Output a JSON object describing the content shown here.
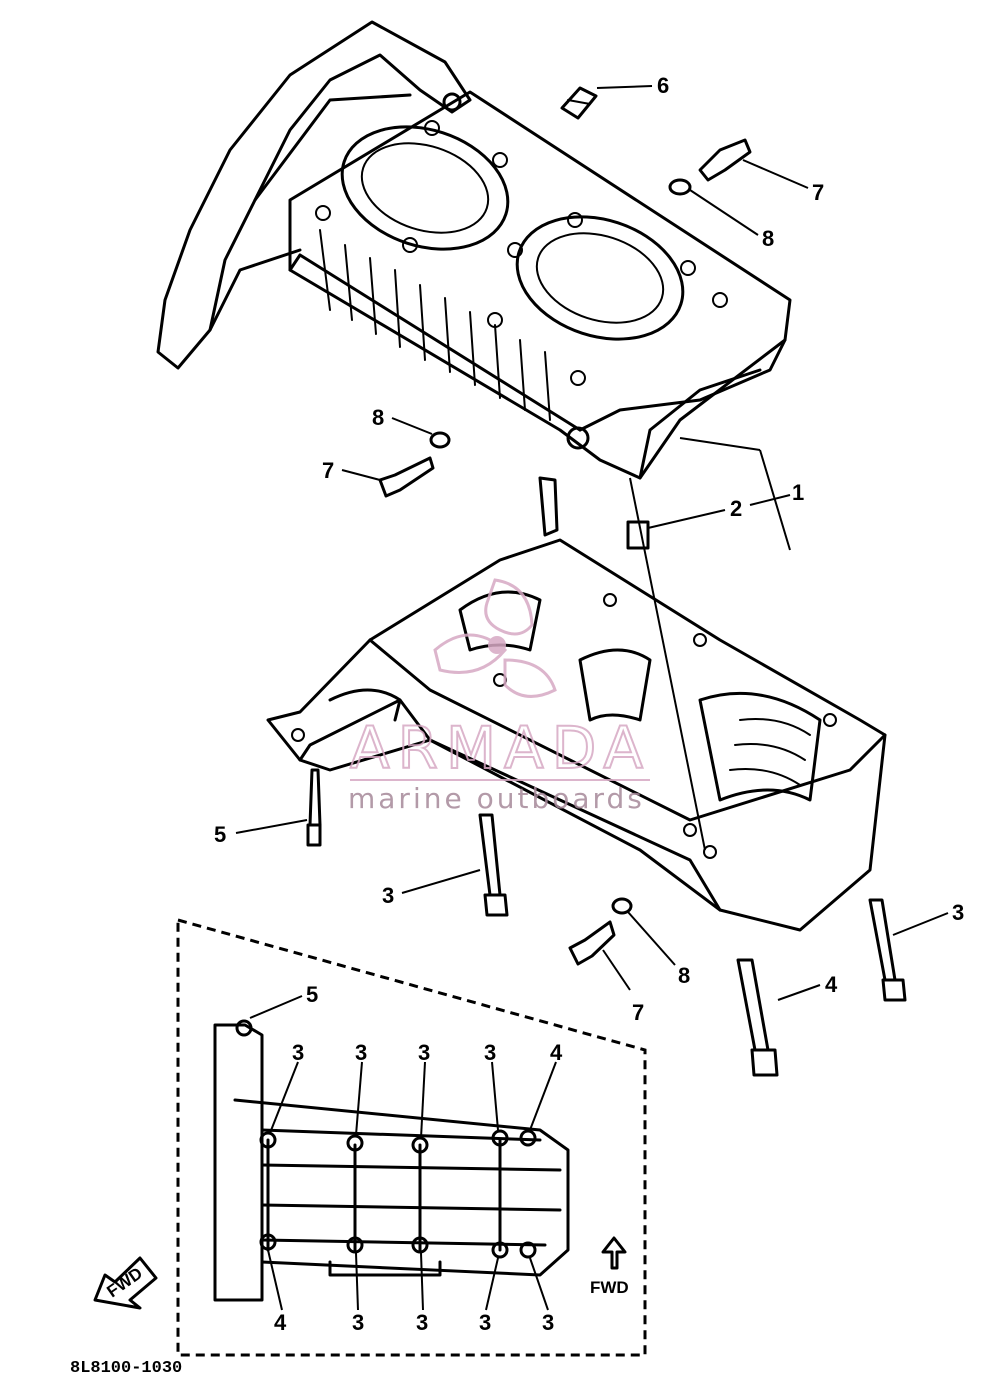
{
  "callouts": {
    "c1": "1",
    "c2": "2",
    "c3": "3",
    "c4": "4",
    "c5": "5",
    "c6": "6",
    "c7": "7",
    "c8": "8"
  },
  "watermark": {
    "brand": "ARMADA",
    "tagline": "marine outboards"
  },
  "direction_label": "FWD",
  "drawing_code": "8L8100-1030",
  "colors": {
    "line": "#000000",
    "watermark": "#d7a9c4",
    "background": "#ffffff"
  }
}
